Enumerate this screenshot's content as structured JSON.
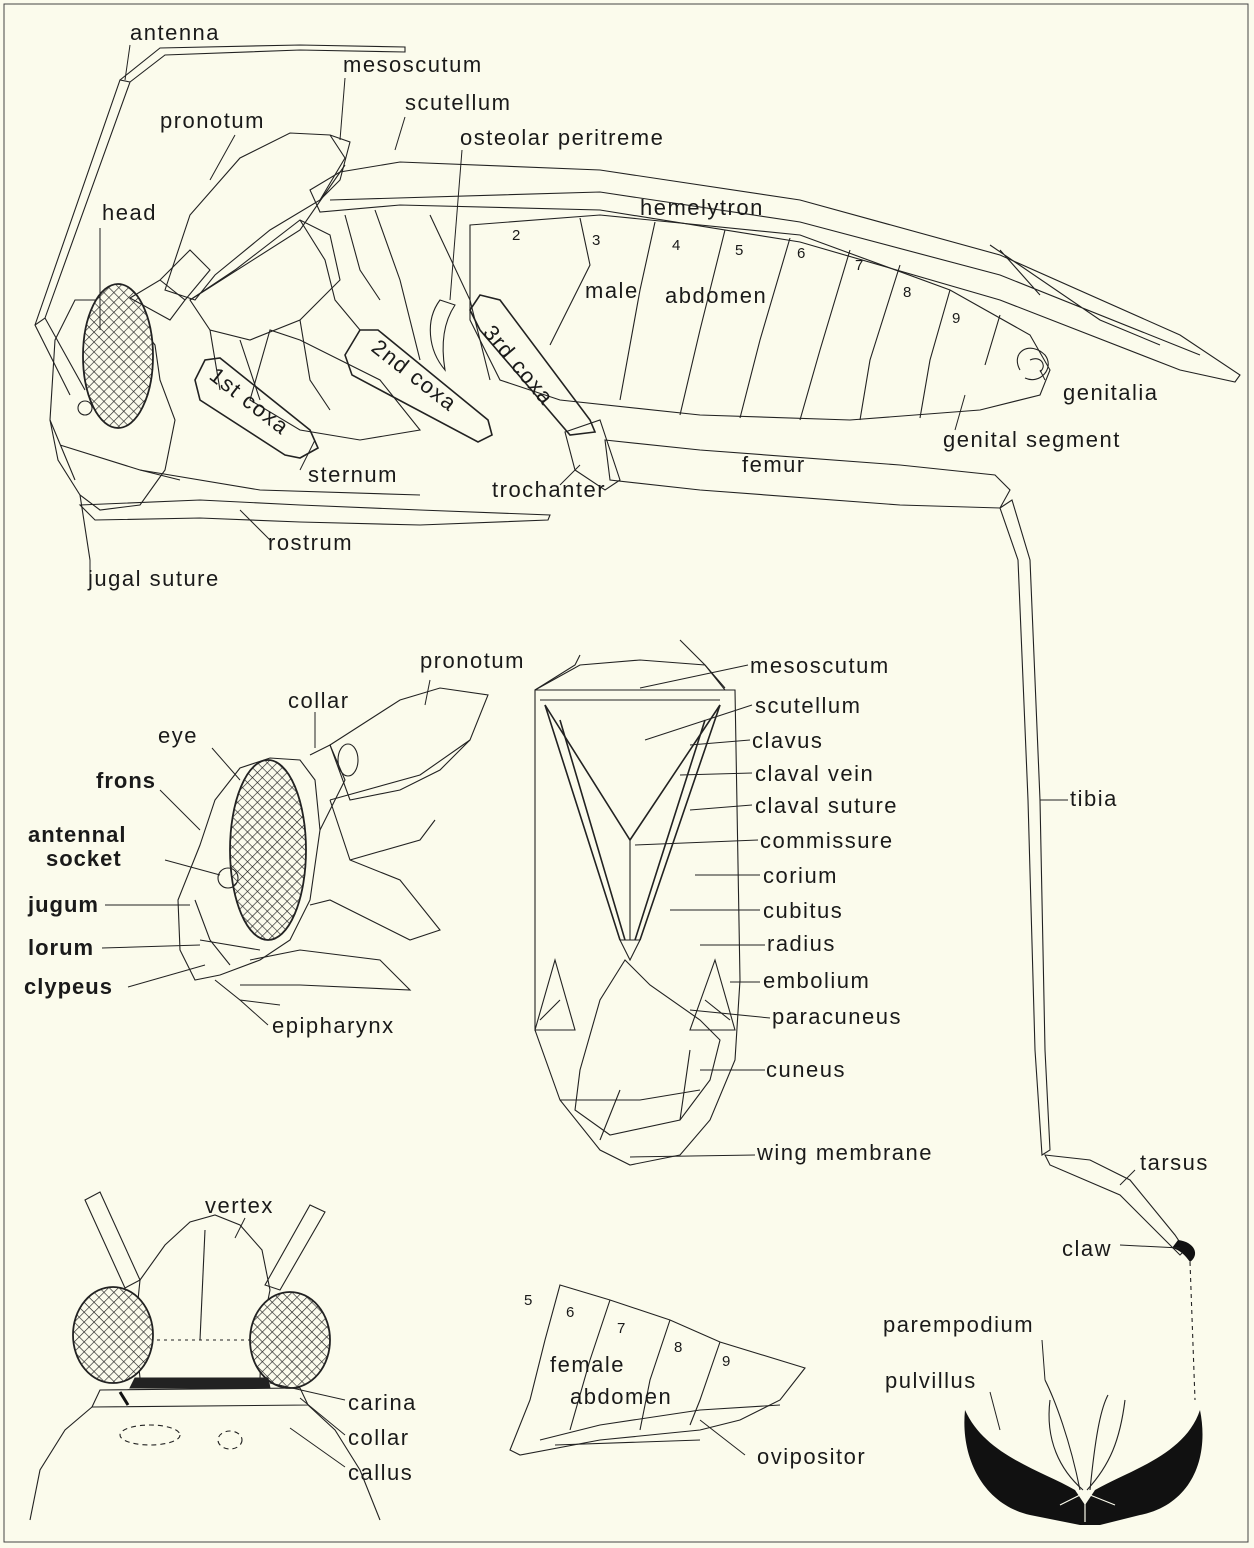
{
  "colors": {
    "background": "#fbfbec",
    "ink": "#222222"
  },
  "lateral_view": {
    "labels": {
      "antenna": "antenna",
      "mesoscutum": "mesoscutum",
      "scutellum": "scutellum",
      "pronotum": "pronotum",
      "osteolar_peritreme": "osteolar peritreme",
      "hemelytron": "hemelytron",
      "head": "head",
      "male_abdomen_1": "male",
      "male_abdomen_2": "abdomen",
      "first_coxa": "1st coxa",
      "second_coxa": "2nd coxa",
      "third_coxa": "3rd coxa",
      "genitalia": "genitalia",
      "genital_segment": "genital segment",
      "sternum": "sternum",
      "femur": "femur",
      "trochanter": "trochanter",
      "rostrum": "rostrum",
      "jugal_suture": "jugal suture",
      "tibia": "tibia",
      "tarsus": "tarsus",
      "claw": "claw"
    },
    "segments": [
      "2",
      "3",
      "4",
      "5",
      "6",
      "7",
      "8",
      "9"
    ]
  },
  "head_lateral_view": {
    "labels": {
      "pronotum": "pronotum",
      "collar": "collar",
      "eye": "eye",
      "frons": "frons",
      "antennal_socket_1": "antennal",
      "antennal_socket_2": "socket",
      "jugum": "jugum",
      "lorum": "lorum",
      "clypeus": "clypeus",
      "epipharynx": "epipharynx"
    }
  },
  "dorsal_view": {
    "labels": {
      "mesoscutum": "mesoscutum",
      "scutellum": "scutellum",
      "clavus": "clavus",
      "claval_vein": "claval vein",
      "claval_suture": "claval suture",
      "commissure": "commissure",
      "corium": "corium",
      "cubitus": "cubitus",
      "radius": "radius",
      "embolium": "embolium",
      "paracuneus": "paracuneus",
      "cuneus": "cuneus",
      "wing_membrane": "wing membrane"
    }
  },
  "head_dorsal_view": {
    "labels": {
      "vertex": "vertex",
      "carina": "carina",
      "collar": "collar",
      "callus": "callus"
    }
  },
  "female_abdomen": {
    "labels": {
      "female": "female",
      "abdomen": "abdomen",
      "ovipositor": "ovipositor"
    },
    "segments": [
      "5",
      "6",
      "7",
      "8",
      "9"
    ]
  },
  "claw_detail": {
    "labels": {
      "parempodium": "parempodium",
      "pulvillus": "pulvillus"
    }
  }
}
